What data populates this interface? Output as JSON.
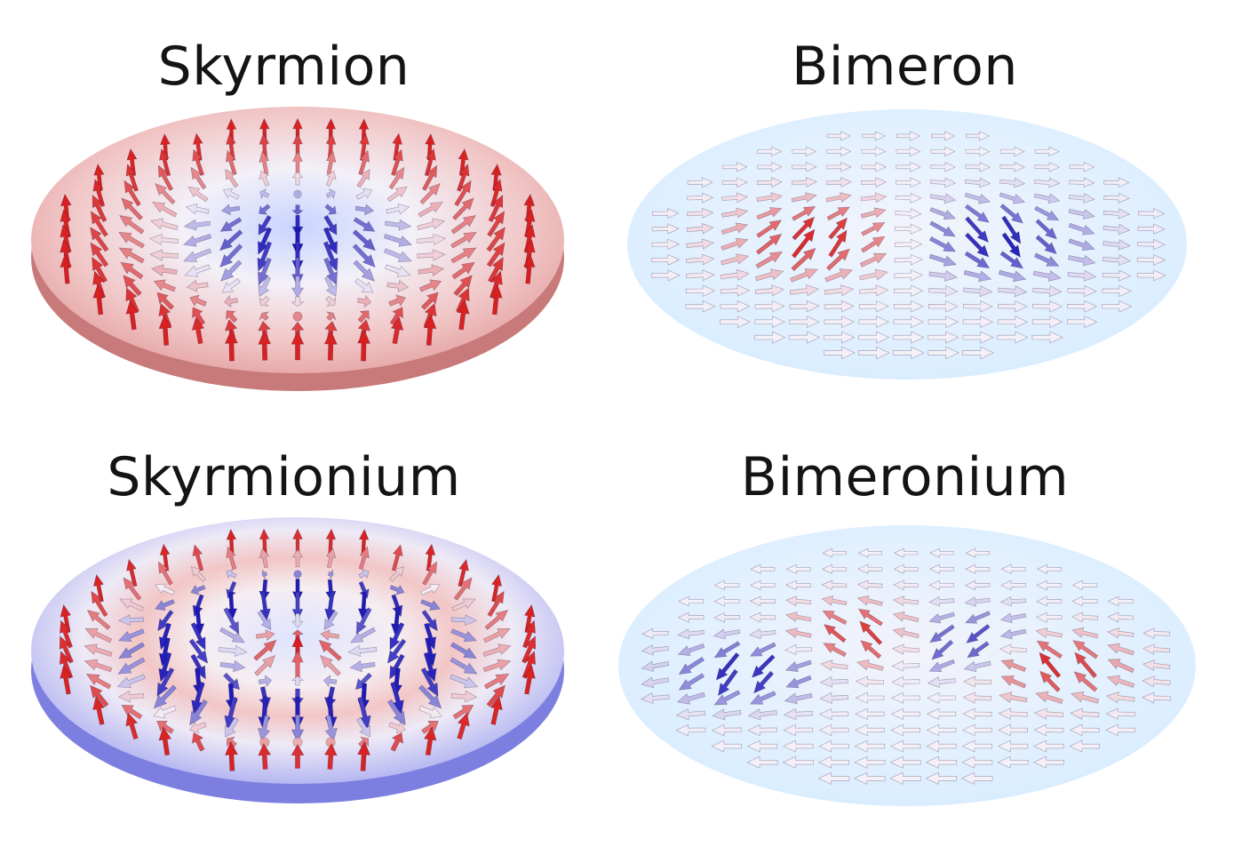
{
  "panels": [
    {
      "id": "skyrmion",
      "title": "Skyrmion"
    },
    {
      "id": "bimeron",
      "title": "Bimeron"
    },
    {
      "id": "skyrmionium",
      "title": "Skyrmionium"
    },
    {
      "id": "bimeronium",
      "title": "Bimeronium"
    }
  ],
  "colors": {
    "spin_up": "#d81e1e",
    "spin_down": "#1c18b8",
    "in_plane": "#f4f0f8",
    "disk_background": "#dcefff",
    "title_text": "#141414"
  }
}
